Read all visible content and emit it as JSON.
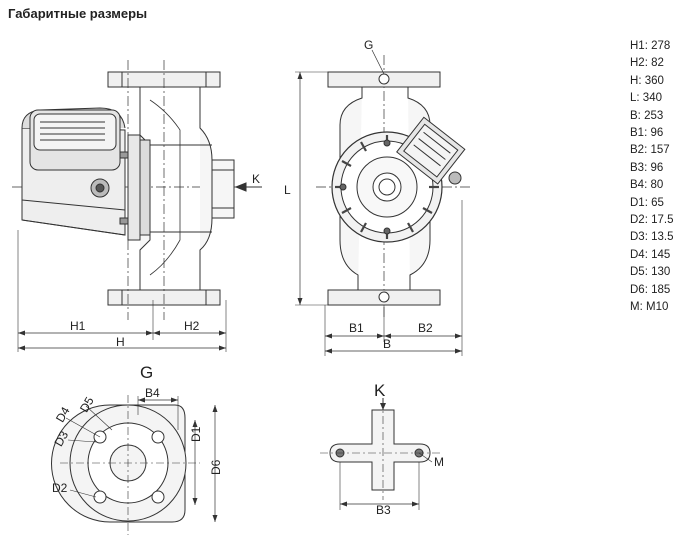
{
  "title": "Габаритные размеры",
  "dimensions": [
    {
      "label": "H1",
      "value": "278"
    },
    {
      "label": "H2",
      "value": "82"
    },
    {
      "label": "H",
      "value": "360"
    },
    {
      "label": "L",
      "value": "340"
    },
    {
      "label": "B",
      "value": "253"
    },
    {
      "label": "B1",
      "value": "96"
    },
    {
      "label": "B2",
      "value": "157"
    },
    {
      "label": "B3",
      "value": "96"
    },
    {
      "label": "B4",
      "value": "80"
    },
    {
      "label": "D1",
      "value": "65"
    },
    {
      "label": "D2",
      "value": "17.5"
    },
    {
      "label": "D3",
      "value": "13.5"
    },
    {
      "label": "D4",
      "value": "145"
    },
    {
      "label": "D5",
      "value": "130"
    },
    {
      "label": "D6",
      "value": "185"
    },
    {
      "label": "M",
      "value": "M10"
    }
  ],
  "drawing_labels": {
    "h1": "H1",
    "h2": "H2",
    "h": "H",
    "k_side": "K",
    "g_front": "G",
    "l": "L",
    "b1": "B1",
    "b2": "B2",
    "b": "B",
    "g_flange": "G",
    "b4": "B4",
    "d1": "D1",
    "d2": "D2",
    "d3": "D3",
    "d4": "D4",
    "d5": "D5",
    "d6": "D6",
    "k_top": "K",
    "m": "M",
    "b3": "B3"
  }
}
